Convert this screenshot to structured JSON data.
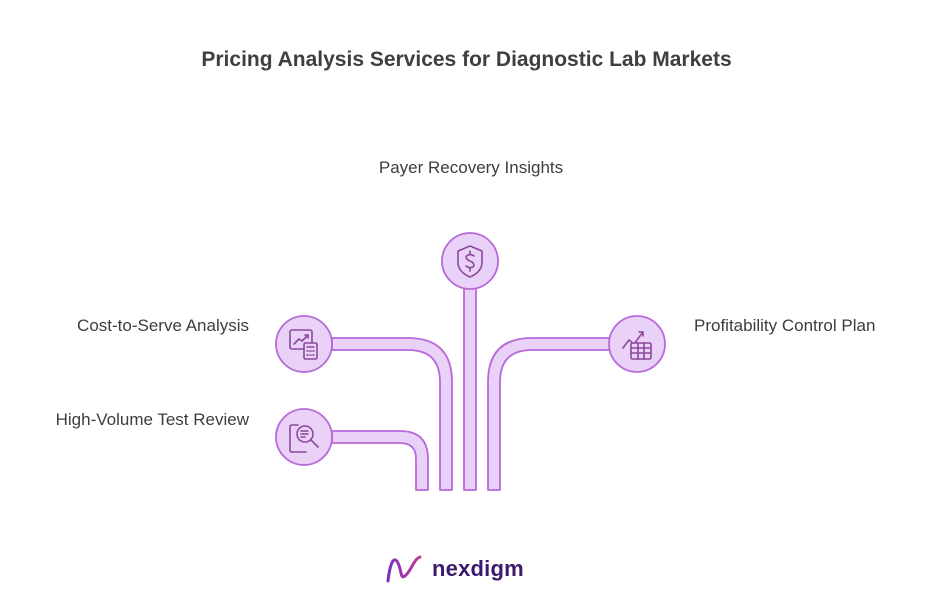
{
  "title": "Pricing Analysis Services for Diagnostic Lab Markets",
  "items": {
    "top": {
      "label": "Payer Recovery Insights",
      "icon": "shield-dollar-icon"
    },
    "cost": {
      "label": "Cost-to-Serve Analysis",
      "icon": "chart-calculator-icon"
    },
    "high": {
      "label": "High-Volume Test Review",
      "icon": "document-magnifier-icon"
    },
    "prof": {
      "label": "Profitability Control Plan",
      "icon": "trend-table-icon"
    }
  },
  "brand": {
    "name": "nexdigm",
    "logo": "nexdigm-logo-icon"
  },
  "colors": {
    "fill": "#e9d1f7",
    "stroke": "#b86ad8",
    "icon": "#8a4a99",
    "text": "#3d3d3d",
    "brand": "#3b1a6e"
  }
}
